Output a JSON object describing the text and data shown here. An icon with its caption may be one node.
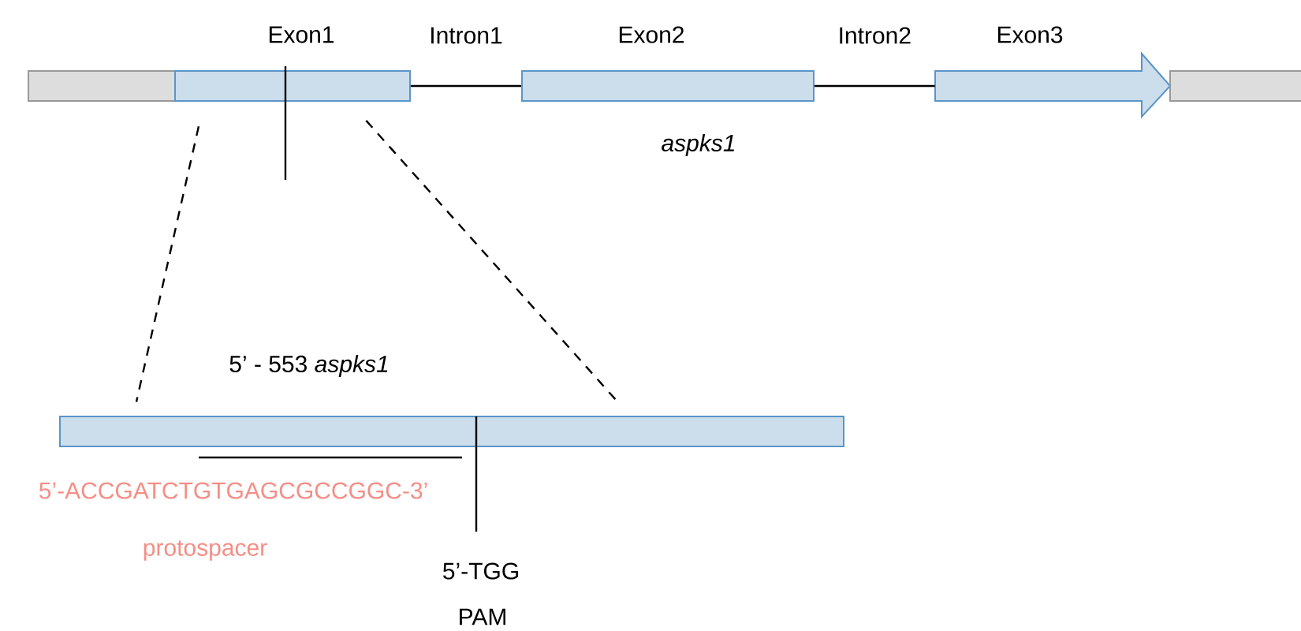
{
  "diagram": {
    "nodes": [
      {
        "text": [],
        "shape": "box"
      },
      {
        "text": [
          "Exon1"
        ]
      },
      {
        "text": [
          "Exon2"
        ]
      },
      {
        "text": [
          "Exon3"
        ]
      },
      {
        "text": [],
        "shape": "box"
      },
      {
        "text": [],
        "shape": "bar"
      }
    ],
    "edges": [
      {
        "from": 1,
        "to": 2,
        "arrow": "none",
        "label": "Intron1"
      },
      {
        "from": 2,
        "to": 3,
        "arrow": "none",
        "label": "Intron2"
      },
      {
        "from": 1,
        "to": 5,
        "arrow": "none",
        "style": "dashed"
      },
      {
        "from": 1,
        "to": 5,
        "arrow": "none",
        "style": "dashed"
      }
    ],
    "labels": [
      "aspks1",
      "5’ - 553 *aspks1*",
      "5’-ACCGATCTGTGAGCGCCGGC-3’",
      "protospacer",
      "5’-TGG",
      "PAM"
    ]
  }
}
